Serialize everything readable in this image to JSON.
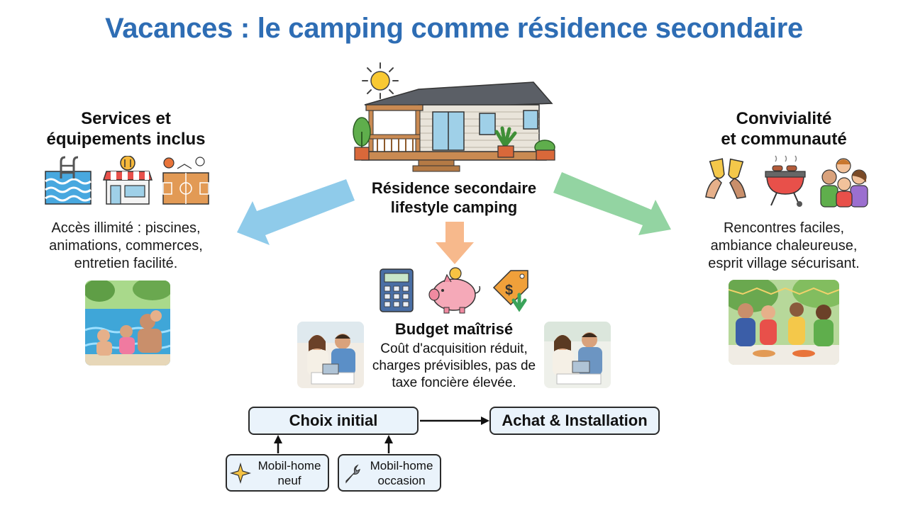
{
  "title": "Vacances : le camping comme résidence secondaire",
  "left": {
    "heading_line1": "Services et",
    "heading_line2": "équipements inclus",
    "desc_line1": "Accès illimité : piscines,",
    "desc_line2": "animations, commerces,",
    "desc_line3": "entretien facilité."
  },
  "center": {
    "label_line1": "Résidence secondaire",
    "label_line2": "lifestyle camping"
  },
  "right": {
    "heading_line1": "Convivialité",
    "heading_line2": "et communauté",
    "desc_line1": "Rencontres faciles,",
    "desc_line2": "ambiance chaleureuse,",
    "desc_line3": "esprit village sécurisant."
  },
  "budget": {
    "title": "Budget maîtrisé",
    "desc_line1": "Coût d'acquisition réduit,",
    "desc_line2": "charges prévisibles, pas de",
    "desc_line3": "taxe foncière élevée."
  },
  "flow": {
    "choice": "Choix initial",
    "purchase": "Achat & Installation",
    "new_line1": "Mobil-home",
    "new_line2": "neuf",
    "used_line1": "Mobil-home",
    "used_line2": "occasion"
  },
  "colors": {
    "title": "#2e6db4",
    "arrow_left": "#8fcbea",
    "arrow_right": "#93d4a2",
    "arrow_down": "#f7b98c",
    "box_fill": "#eaf3fb"
  }
}
